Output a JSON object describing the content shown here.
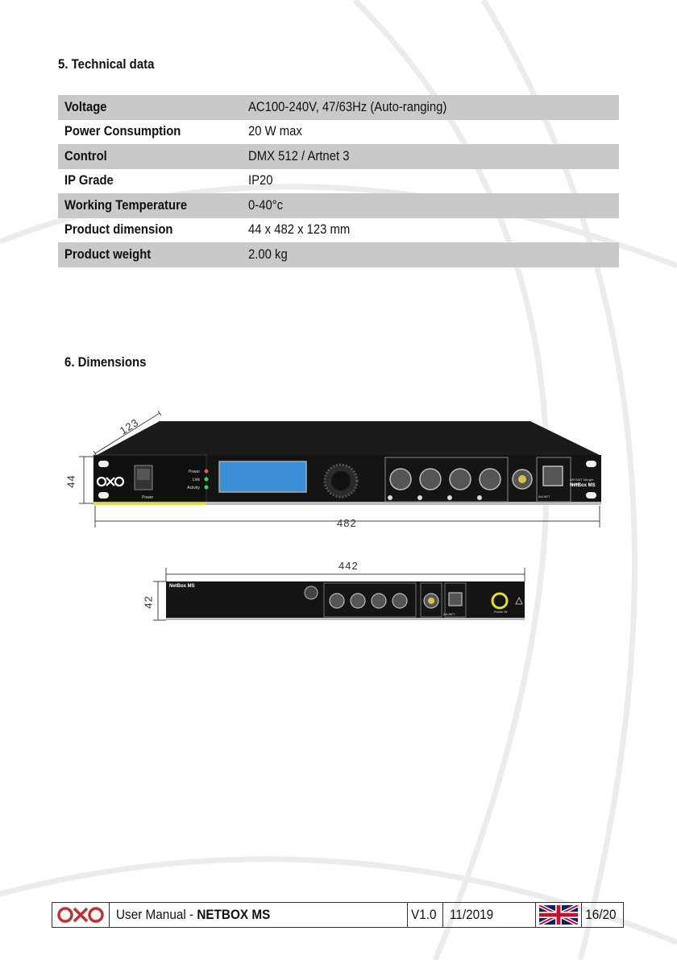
{
  "sections": {
    "technical": "5. Technical data",
    "dimensions": "6. Dimensions"
  },
  "specs": [
    {
      "label": "Voltage",
      "value": "AC100-240V, 47/63Hz (Auto-ranging)"
    },
    {
      "label": "Power Consumption",
      "value": "20 W max"
    },
    {
      "label": "Control",
      "value": "DMX 512 / Artnet 3"
    },
    {
      "label": "IP Grade",
      "value": "IP20"
    },
    {
      "label": "Working Temperature",
      "value": "0-40°c"
    },
    {
      "label": "Product dimension",
      "value": "44 x 482 x 123 mm"
    },
    {
      "label": "Product weight",
      "value": "2.00 kg"
    }
  ],
  "front": {
    "depth": "123",
    "height": "44",
    "width": "482",
    "leds": [
      "Power",
      "Link",
      "Activity"
    ],
    "switch_label": "Power",
    "port_label": "Art-NET",
    "brand": "NetBox MS",
    "brand_sub": "ARTNET Merger Splitter"
  },
  "rear": {
    "width": "442",
    "height": "42",
    "brand": "NetBox MS",
    "port_label": "Art-NET",
    "power_label": "Power IN"
  },
  "footer": {
    "manual": "User Manual - ",
    "product": "NETBOX MS",
    "version": "V1.0",
    "date": "11/2019",
    "page": "16/20"
  },
  "colors": {
    "accent": "#c0312f",
    "row_shade": "#c9c9c9",
    "lcd": "#3b8fd6",
    "power_connector": "#e6e01b"
  }
}
